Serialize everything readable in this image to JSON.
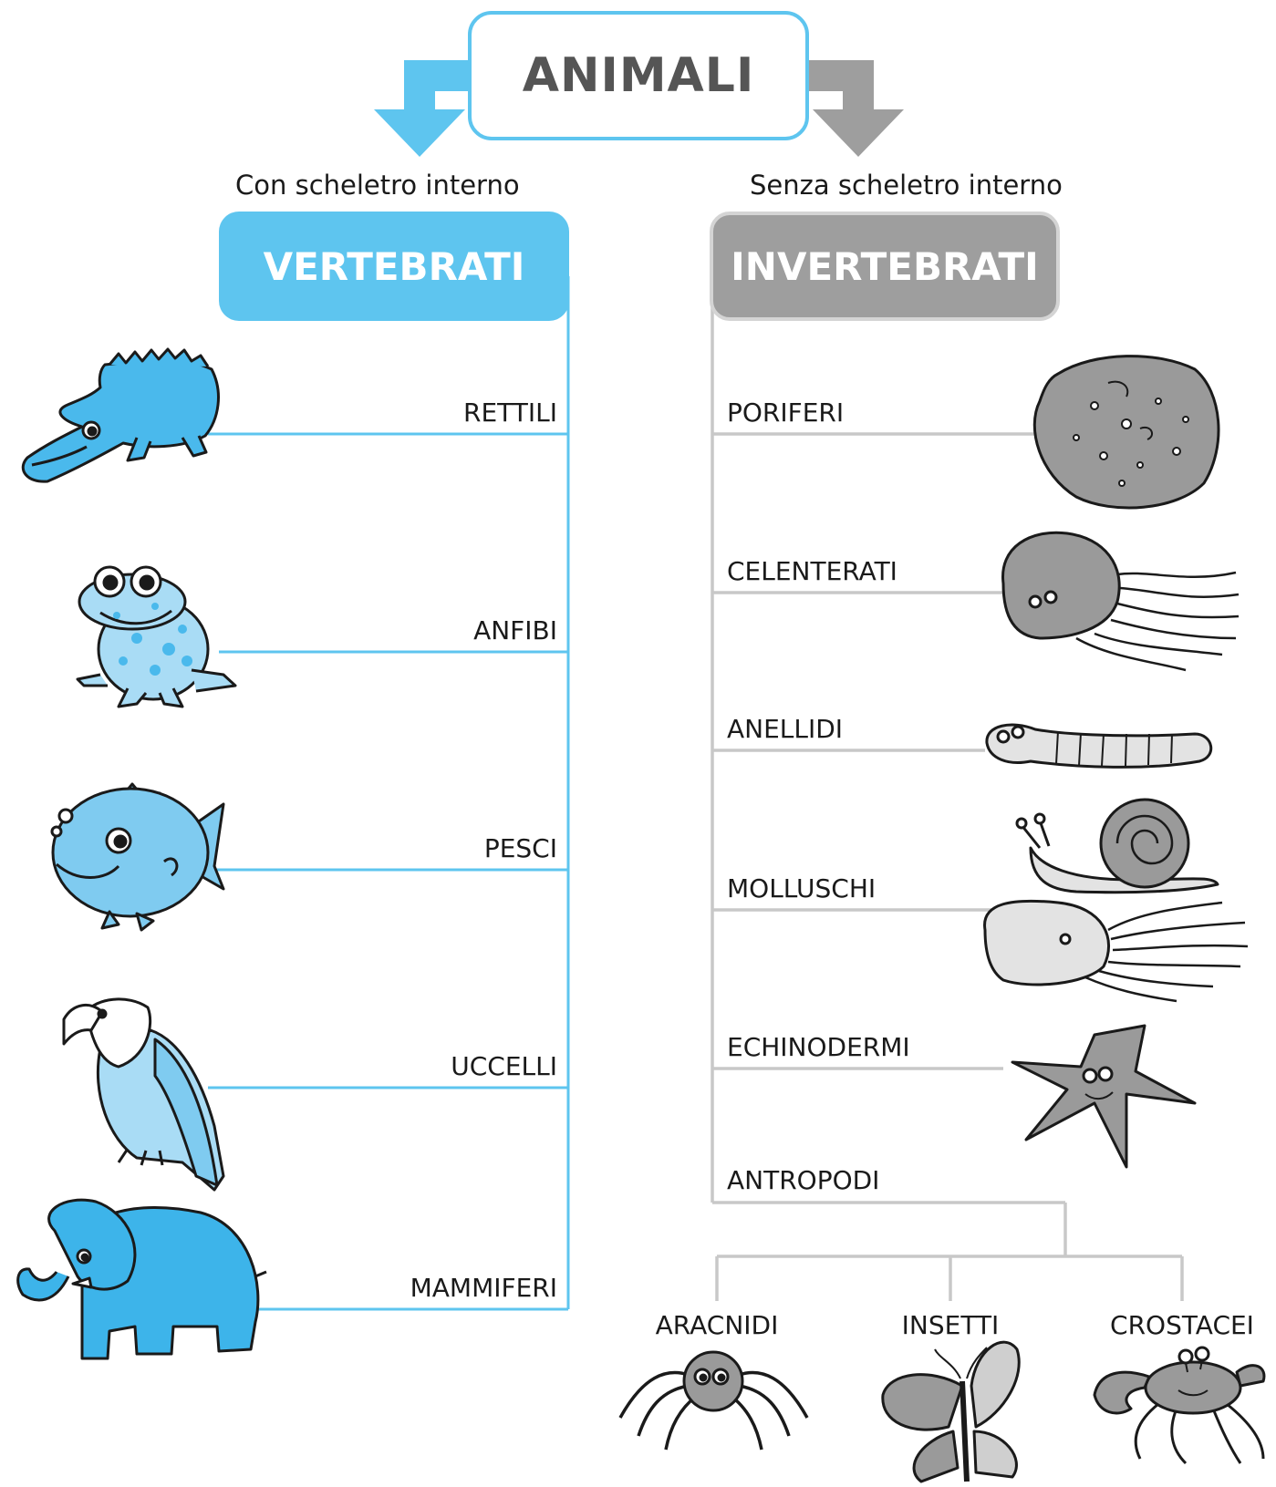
{
  "root": {
    "title": "ANIMALI"
  },
  "left": {
    "subtitle": "Con scheletro interno",
    "title": "VERTEBRATI",
    "items": [
      {
        "label": "RETTILI",
        "animal": "crocodile"
      },
      {
        "label": "ANFIBI",
        "animal": "frog"
      },
      {
        "label": "PESCI",
        "animal": "fish"
      },
      {
        "label": "UCCELLI",
        "animal": "eagle"
      },
      {
        "label": "MAMMIFERI",
        "animal": "elephant"
      }
    ]
  },
  "right": {
    "subtitle": "Senza scheletro interno",
    "title": "INVERTEBRATI",
    "items": [
      {
        "label": "PORIFERI",
        "animal": "sponge"
      },
      {
        "label": "CELENTERATI",
        "animal": "jellyfish"
      },
      {
        "label": "ANELLIDI",
        "animal": "worm"
      },
      {
        "label": "MOLLUSCHI",
        "animal": "snail-and-octopus"
      },
      {
        "label": "ECHINODERMI",
        "animal": "starfish"
      },
      {
        "label": "ANTROPODI",
        "animal": ""
      }
    ],
    "arthropods": [
      {
        "label": "ARACNIDI",
        "animal": "spider"
      },
      {
        "label": "INSETTI",
        "animal": "butterfly"
      },
      {
        "label": "CROSTACEI",
        "animal": "crab"
      }
    ]
  },
  "colors": {
    "vertebrate": "#5ec5ef",
    "invertebrate": "#9e9e9e",
    "connector_invert": "#c8c8c8"
  }
}
